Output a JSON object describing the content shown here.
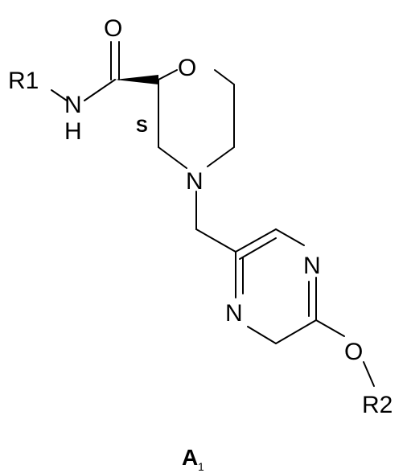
{
  "molecule": {
    "labels": {
      "r1": "R1",
      "r2": "R2",
      "carbonyl_o": "O",
      "amide_n": "N",
      "amide_h": "H",
      "morpholine_o": "O",
      "morpholine_n": "N",
      "stereo": "S",
      "pyrazine_n1": "N",
      "pyrazine_n2": "N",
      "ether_o": "O"
    },
    "caption": {
      "letter": "A",
      "subscript": "1"
    }
  }
}
